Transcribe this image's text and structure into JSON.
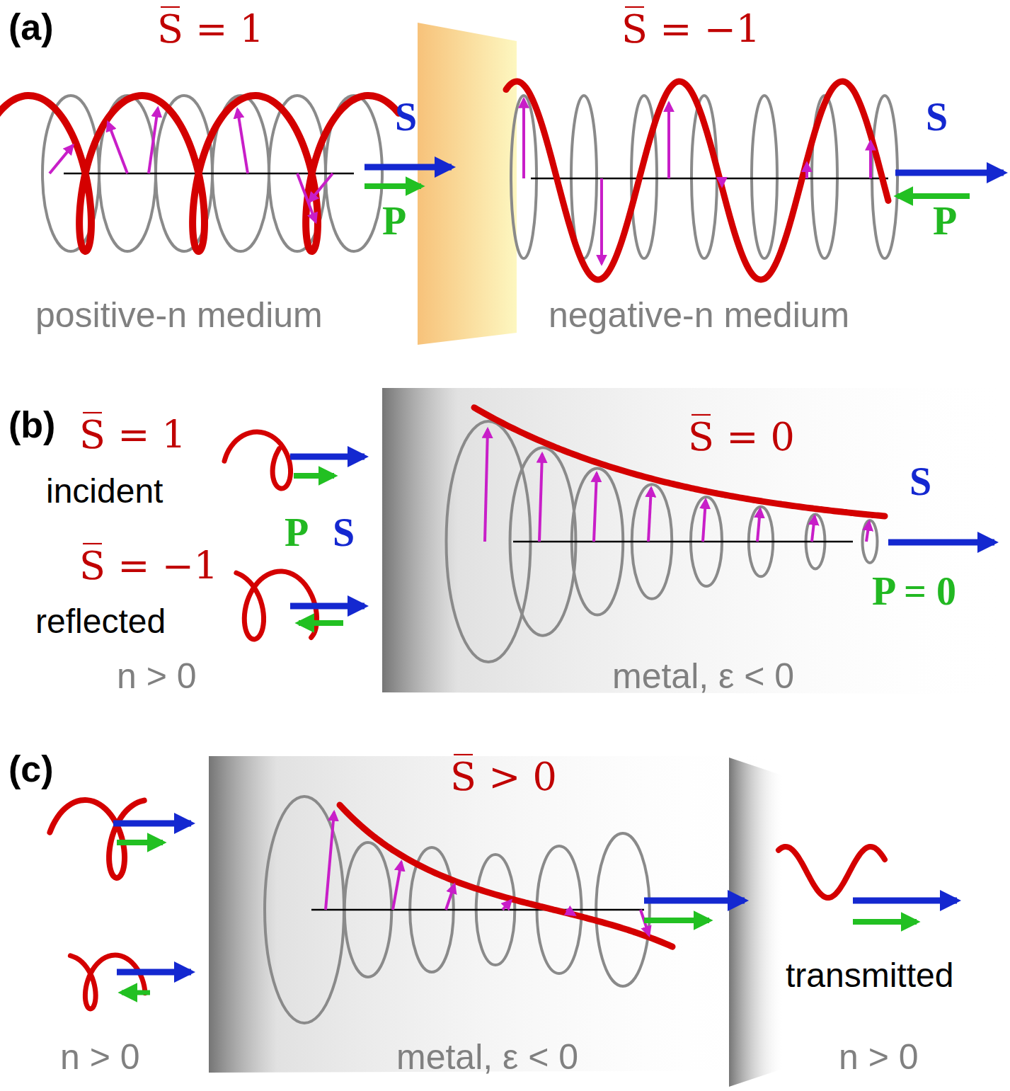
{
  "diagram": {
    "labels": [
      "(a)",
      "S̅ = 1",
      "S",
      "P",
      "S̅ = −1",
      "S",
      "P",
      "positive-n medium",
      "negative-n medium",
      "(b)",
      "S̅ = 1",
      "incident",
      "P",
      "S",
      "S̅ = −1",
      "reflected",
      "n > 0",
      "S̅ = 0",
      "S",
      "P = 0",
      "metal, ε < 0",
      "(c)",
      "S̅ > 0",
      "n > 0",
      "metal, ε < 0",
      "n > 0",
      "transmitted"
    ]
  }
}
